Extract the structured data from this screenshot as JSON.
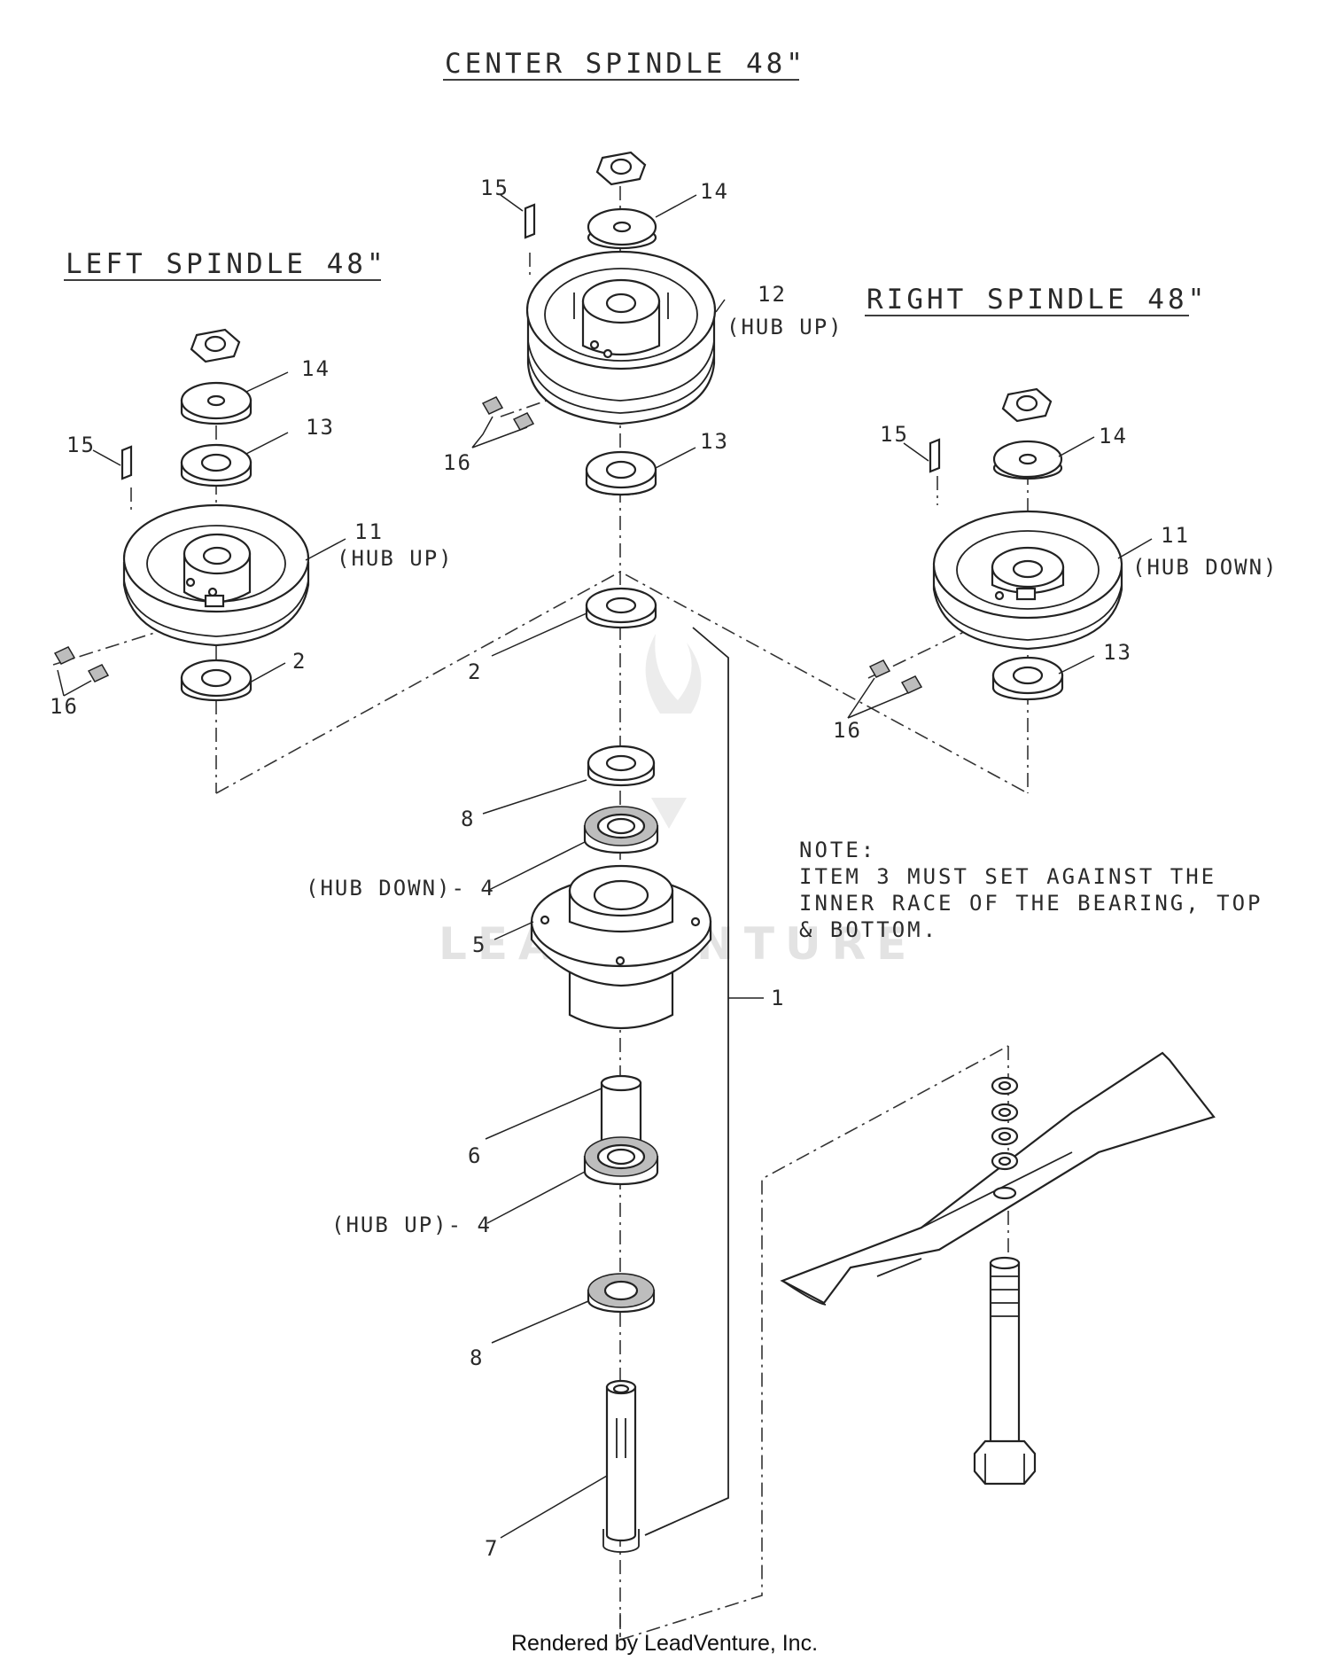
{
  "titles": {
    "center": "CENTER SPINDLE 48\"",
    "left": "LEFT SPINDLE 48\"",
    "right": "RIGHT SPINDLE 48\""
  },
  "callouts": {
    "c15": "15",
    "c14": "14",
    "c12": "12",
    "c12_note": "(HUB UP)",
    "c16": "16",
    "c13": "13",
    "l14": "14",
    "l13": "13",
    "l15": "15",
    "l11": "11",
    "l11_note": "(HUB UP)",
    "l2": "2",
    "l16": "16",
    "r15": "15",
    "r14": "14",
    "r11": "11",
    "r11_note": "(HUB DOWN)",
    "r13": "13",
    "r16": "16",
    "s2": "2",
    "s8a": "8",
    "s4a": "(HUB DOWN)- 4",
    "s5": "5",
    "s1": "1",
    "s6": "6",
    "s4b": "(HUB UP)- 4",
    "s8b": "8",
    "s7": "7"
  },
  "note": {
    "line1": "NOTE:",
    "line2": "ITEM 3 MUST SET AGAINST THE",
    "line3": "INNER RACE OF THE BEARING, TOP",
    "line4": "& BOTTOM."
  },
  "watermark": "LEADVENTURE",
  "footer": "Rendered by LeadVenture, Inc."
}
